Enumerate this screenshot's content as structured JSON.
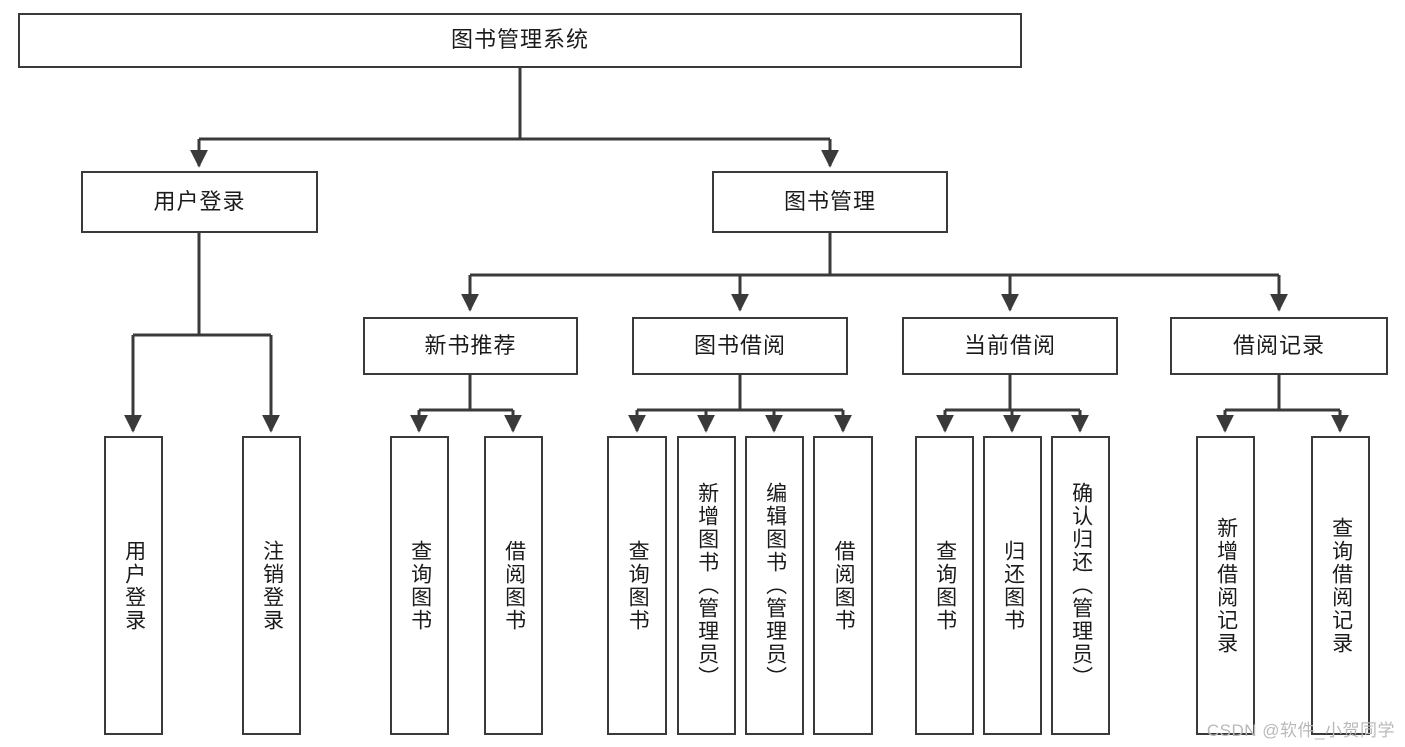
{
  "diagram": {
    "title": "图书管理系统",
    "type": "hierarchy-tree",
    "watermark": "CSDN @软件_小贺同学",
    "colors": {
      "box_border": "#3a3a3a",
      "box_fill": "#ffffff",
      "edge": "#3a3a3a",
      "text": "#1b1b1b",
      "watermark": "#b9b9b9"
    },
    "root": {
      "id": "root",
      "label": "图书管理系统",
      "orientation": "horizontal"
    },
    "level2": [
      {
        "id": "user-login",
        "label": "用户登录",
        "orientation": "horizontal"
      },
      {
        "id": "book-manage",
        "label": "图书管理",
        "orientation": "horizontal"
      }
    ],
    "level3": [
      {
        "id": "new-book-rec",
        "label": "新书推荐",
        "orientation": "horizontal"
      },
      {
        "id": "book-borrow",
        "label": "图书借阅",
        "orientation": "horizontal"
      },
      {
        "id": "current-borrow",
        "label": "当前借阅",
        "orientation": "horizontal"
      },
      {
        "id": "borrow-record",
        "label": "借阅记录",
        "orientation": "horizontal"
      }
    ],
    "leaves": [
      {
        "id": "leaf-user-login",
        "label": "用户登录",
        "parent": "user-login",
        "orientation": "vertical"
      },
      {
        "id": "leaf-logout",
        "label": "注销登录",
        "parent": "user-login",
        "orientation": "vertical"
      },
      {
        "id": "leaf-query-book-1",
        "label": "查询图书",
        "parent": "new-book-rec",
        "orientation": "vertical"
      },
      {
        "id": "leaf-borrow-book-1",
        "label": "借阅图书",
        "parent": "new-book-rec",
        "orientation": "vertical"
      },
      {
        "id": "leaf-query-book-2",
        "label": "查询图书",
        "parent": "book-borrow",
        "orientation": "vertical"
      },
      {
        "id": "leaf-add-book",
        "label": "新增图书（管理员）",
        "parent": "book-borrow",
        "orientation": "vertical"
      },
      {
        "id": "leaf-edit-book",
        "label": "编辑图书（管理员）",
        "parent": "book-borrow",
        "orientation": "vertical"
      },
      {
        "id": "leaf-borrow-book-2",
        "label": "借阅图书",
        "parent": "book-borrow",
        "orientation": "vertical"
      },
      {
        "id": "leaf-query-book-3",
        "label": "查询图书",
        "parent": "current-borrow",
        "orientation": "vertical"
      },
      {
        "id": "leaf-return-book",
        "label": "归还图书",
        "parent": "current-borrow",
        "orientation": "vertical"
      },
      {
        "id": "leaf-confirm-return",
        "label": "确认归还（管理员）",
        "parent": "current-borrow",
        "orientation": "vertical"
      },
      {
        "id": "leaf-add-record",
        "label": "新增借阅记录",
        "parent": "borrow-record",
        "orientation": "vertical"
      },
      {
        "id": "leaf-query-record",
        "label": "查询借阅记录",
        "parent": "borrow-record",
        "orientation": "vertical"
      }
    ]
  }
}
